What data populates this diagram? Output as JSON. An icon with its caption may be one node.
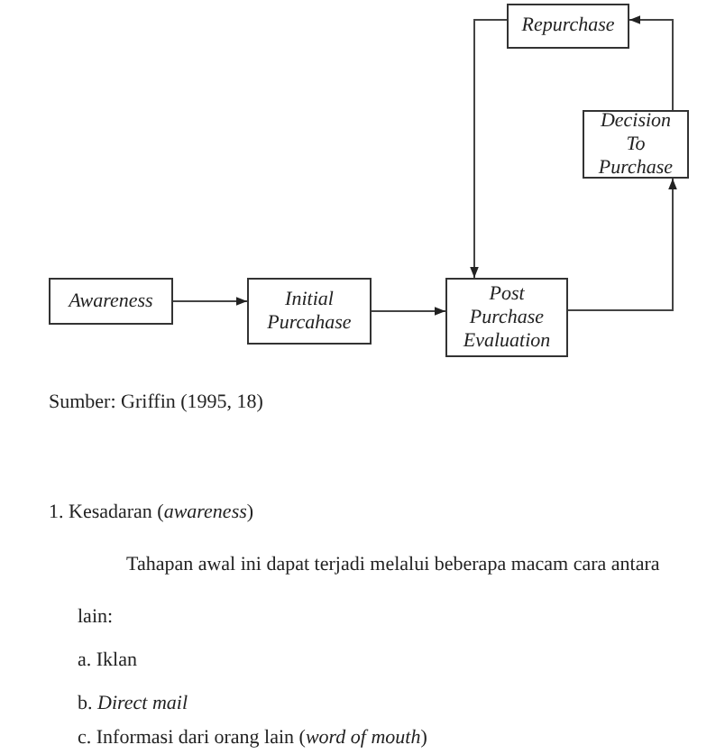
{
  "diagram": {
    "nodes": [
      {
        "text": [
          "Repurchase"
        ]
      },
      {
        "text": [
          "Decision To Purchase"
        ]
      },
      {
        "text": [
          "Awareness"
        ]
      },
      {
        "text": [
          "Initial Purcahase"
        ]
      },
      {
        "text": [
          "Post Purchase Evaluation"
        ]
      }
    ],
    "edges": [
      {
        "from": 2,
        "to": 3,
        "arrow": "to"
      },
      {
        "from": 3,
        "to": 4,
        "arrow": "to"
      },
      {
        "from": 4,
        "to": 1,
        "arrow": "to"
      },
      {
        "from": 1,
        "to": 0,
        "arrow": "to"
      },
      {
        "from": 0,
        "to": 4,
        "arrow": "to"
      }
    ],
    "labels": [
      "Sumber: Griffin (1995, 18)",
      "1. Kesadaran (*awareness*)",
      "Tahapan awal ini dapat terjadi melalui beberapa macam cara antara lain:",
      "a. Iklan",
      "b. *Direct mail*",
      "c. Informasi dari orang lain (*word of mouth*)"
    ]
  }
}
